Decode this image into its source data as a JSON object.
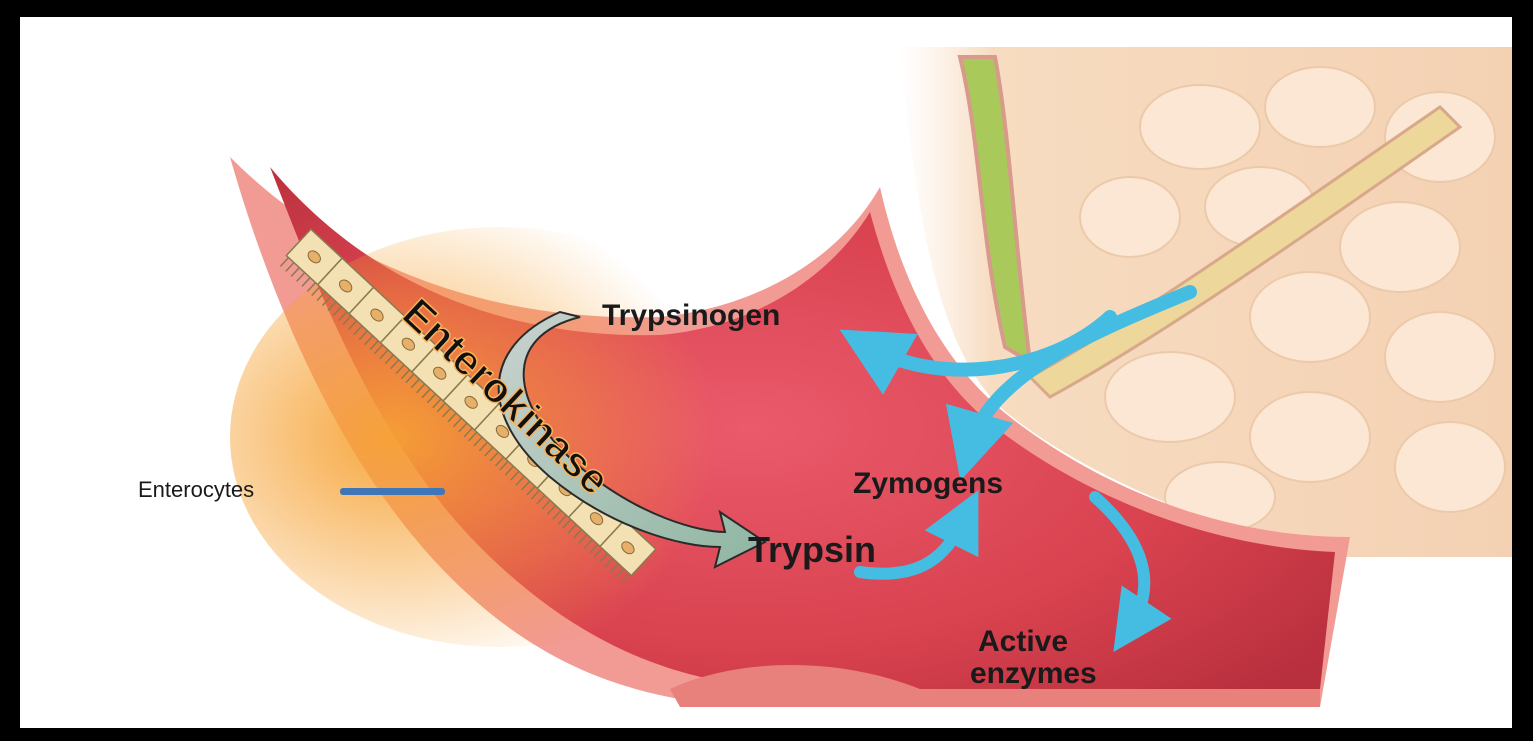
{
  "diagram": {
    "labels": {
      "enterokinase": "Enterokinase",
      "trypsinogen": "Trypsinogen",
      "zymogens": "Zymogens",
      "trypsin": "Trypsin",
      "enterocytes": "Enterocytes",
      "active_enzymes_line1": "Active",
      "active_enzymes_line2": "enzymes"
    },
    "colors": {
      "lumen_red": "#e3485c",
      "wall_pink": "#f29a94",
      "pancreas_cream": "#f7dcc1",
      "bile_green": "#a9c95a",
      "duct_yellow": "#eed79b",
      "arrow_blue": "#45bde3",
      "enzyme_glow": "#f6a234"
    }
  }
}
